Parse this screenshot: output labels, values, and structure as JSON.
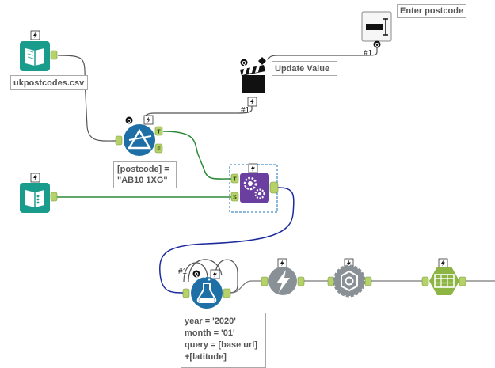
{
  "colors": {
    "input_teal": "#1a9c8c",
    "filter_blue": "#1d6fa5",
    "macro_purple": "#6b3fa0",
    "gray_tool": "#8a9196",
    "browse_green": "#8cb543",
    "anchor_green": "#b5d16a",
    "wire_green": "#2e8b3a",
    "wire_navy": "#1c2a9c",
    "wire_gray": "#555555"
  },
  "tools": {
    "text_box": {
      "label": "Enter postcode",
      "icon": "text-box-icon",
      "anchor": "Q"
    },
    "update_value": {
      "label": "Update Value",
      "icon": "clapperboard-icon",
      "anchor": "Q"
    },
    "input_csv": {
      "label": "ukpostcodes.csv",
      "icon": "book-icon"
    },
    "filter": {
      "annotation_line1": "[postcode] =",
      "annotation_line2": "\"AB10 1XG\"",
      "icon": "filter-triangle-icon",
      "anchor_q": "Q",
      "anchor_t": "T",
      "anchor_f": "F"
    },
    "input_2": {
      "icon": "book-icon"
    },
    "batch_macro": {
      "icon": "gears-icon",
      "anchor_t": "T",
      "anchor_s": "S"
    },
    "formula": {
      "icon": "flask-icon",
      "anchor": "Q",
      "annotation": [
        "year = '2020'",
        "month = '01'",
        "query = [base url]",
        "+[latitude]"
      ]
    },
    "download": {
      "icon": "lightning-icon"
    },
    "json_parse": {
      "icon": "gear-badge-icon"
    },
    "browse": {
      "icon": "table-icon"
    }
  },
  "connection_labels": {
    "textbox_to_update": "#1",
    "update_to_filter": "#1",
    "macro_to_formula": "#1"
  }
}
